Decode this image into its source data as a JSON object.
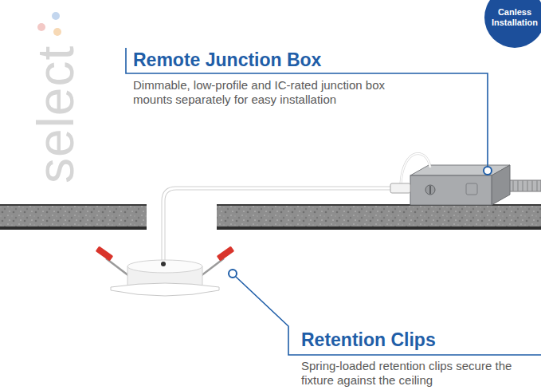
{
  "diagram": {
    "nodes": [
      {
        "text": [
          "Canless Installation"
        ]
      }
    ],
    "labels": [
      "select",
      "Remote Junction Box",
      "Dimmable, low-profile and IC-rated junction box mounts separately for easy installation",
      "Retention Clips",
      "Spring-loaded retention clips secure the fixture against the ceiling"
    ]
  }
}
